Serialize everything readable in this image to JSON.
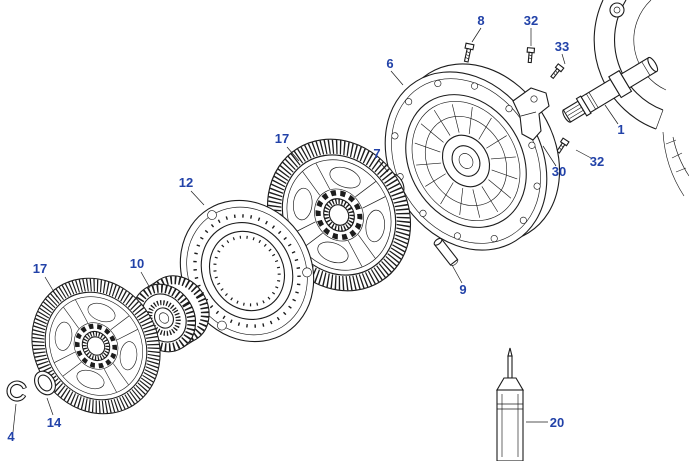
{
  "diagram": {
    "colors": {
      "label": "#2242a8",
      "line": "#1c1c1c",
      "background": "#ffffff"
    },
    "callouts": {
      "c1": "1",
      "c4": "4",
      "c6": "6",
      "c7": "7",
      "c8": "8",
      "c9": "9",
      "c10": "10",
      "c12": "12",
      "c14": "14",
      "c17a": "17",
      "c17b": "17",
      "c20": "20",
      "c30": "30",
      "c32a": "32",
      "c32b": "32",
      "c33": "33"
    }
  }
}
